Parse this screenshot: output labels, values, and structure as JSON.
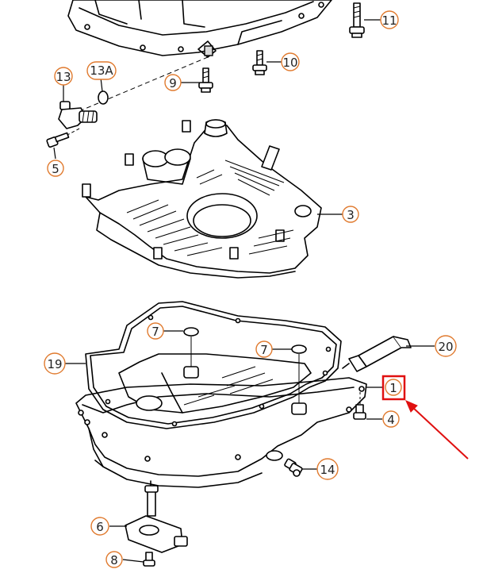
{
  "callouts": [
    {
      "id": "c11",
      "label": "11"
    },
    {
      "id": "c10",
      "label": "10"
    },
    {
      "id": "c9",
      "label": "9"
    },
    {
      "id": "c13",
      "label": "13"
    },
    {
      "id": "c13a",
      "label": "13A"
    },
    {
      "id": "c5",
      "label": "5"
    },
    {
      "id": "c3",
      "label": "3"
    },
    {
      "id": "c7a",
      "label": "7"
    },
    {
      "id": "c7b",
      "label": "7"
    },
    {
      "id": "c20",
      "label": "20"
    },
    {
      "id": "c19",
      "label": "19"
    },
    {
      "id": "c1",
      "label": "1"
    },
    {
      "id": "c4",
      "label": "4"
    },
    {
      "id": "c14",
      "label": "14"
    },
    {
      "id": "c6",
      "label": "6"
    },
    {
      "id": "c8",
      "label": "8"
    }
  ],
  "highlight": {
    "target": "1",
    "box_color": "#e01010",
    "arrow_color": "#e01010"
  },
  "colors": {
    "callout_ring": "#e07a2e",
    "line": "#000000"
  }
}
